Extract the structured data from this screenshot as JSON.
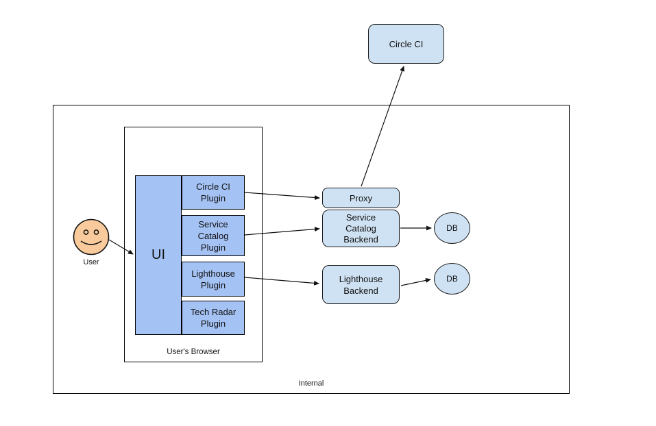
{
  "nodes": {
    "circle_ci": {
      "label": "Circle CI"
    },
    "internal": {
      "label": "Internal"
    },
    "browser": {
      "label": "User's Browser"
    },
    "ui": {
      "label": "UI"
    },
    "plugins": [
      {
        "label": "Circle CI\nPlugin"
      },
      {
        "label": "Service\nCatalog\nPlugin"
      },
      {
        "label": "Lighthouse\nPlugin"
      },
      {
        "label": "Tech Radar\nPlugin"
      }
    ],
    "proxy": {
      "label": "Proxy"
    },
    "service_catalog_backend": {
      "label": "Service\nCatalog\nBackend"
    },
    "lighthouse_backend": {
      "label": "Lighthouse\nBackend"
    },
    "db1": {
      "label": "DB"
    },
    "db2": {
      "label": "DB"
    },
    "user": {
      "label": "User"
    }
  },
  "edges": [
    {
      "from": "user",
      "to": "ui"
    },
    {
      "from": "circle-ci-plugin",
      "to": "proxy"
    },
    {
      "from": "service-catalog-plugin",
      "to": "service-catalog-backend"
    },
    {
      "from": "lighthouse-plugin",
      "to": "lighthouse-backend"
    },
    {
      "from": "proxy",
      "to": "circle-ci"
    },
    {
      "from": "service-catalog-backend",
      "to": "db-1"
    },
    {
      "from": "lighthouse-backend",
      "to": "db-2"
    }
  ],
  "colors": {
    "node_dark_blue": "#a4c2f4",
    "node_light_blue": "#cfe2f3",
    "user_skin": "#f9cb9c",
    "line": "#000000"
  }
}
